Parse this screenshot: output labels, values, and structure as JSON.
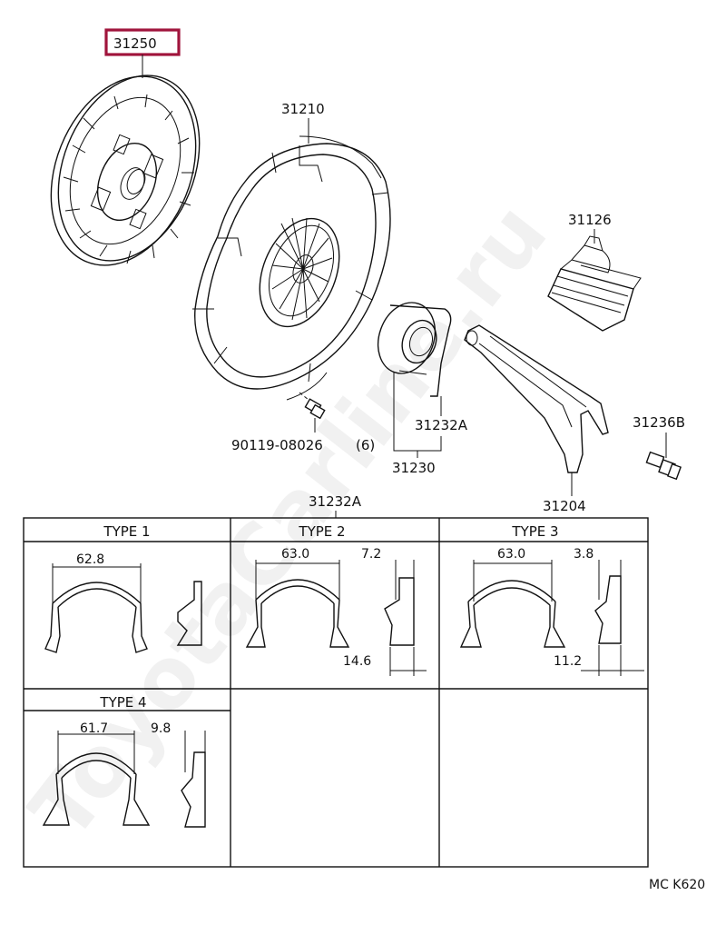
{
  "watermark": "ToyotaCarline.ru",
  "highlight_color": "#a0143c",
  "parts": {
    "clutch_disc": "31250",
    "clutch_cover": "31210",
    "boot": "31126",
    "hub_clip_top": "31232A",
    "bolt": "90119-08026",
    "bolt_qty": "(6)",
    "bearing_assy": "31230",
    "release_fork": "31204",
    "pivot_stud": "31236B",
    "hub_clip_table": "31232A"
  },
  "types": [
    {
      "name": "TYPE 1",
      "width": "62.8"
    },
    {
      "name": "TYPE 2",
      "width": "63.0",
      "thickness": "7.2",
      "offset": "14.6"
    },
    {
      "name": "TYPE 3",
      "width": "63.0",
      "thickness": "3.8",
      "offset": "11.2"
    },
    {
      "name": "TYPE 4",
      "width": "61.7",
      "thickness": "9.8"
    }
  ],
  "code": "MC K620"
}
